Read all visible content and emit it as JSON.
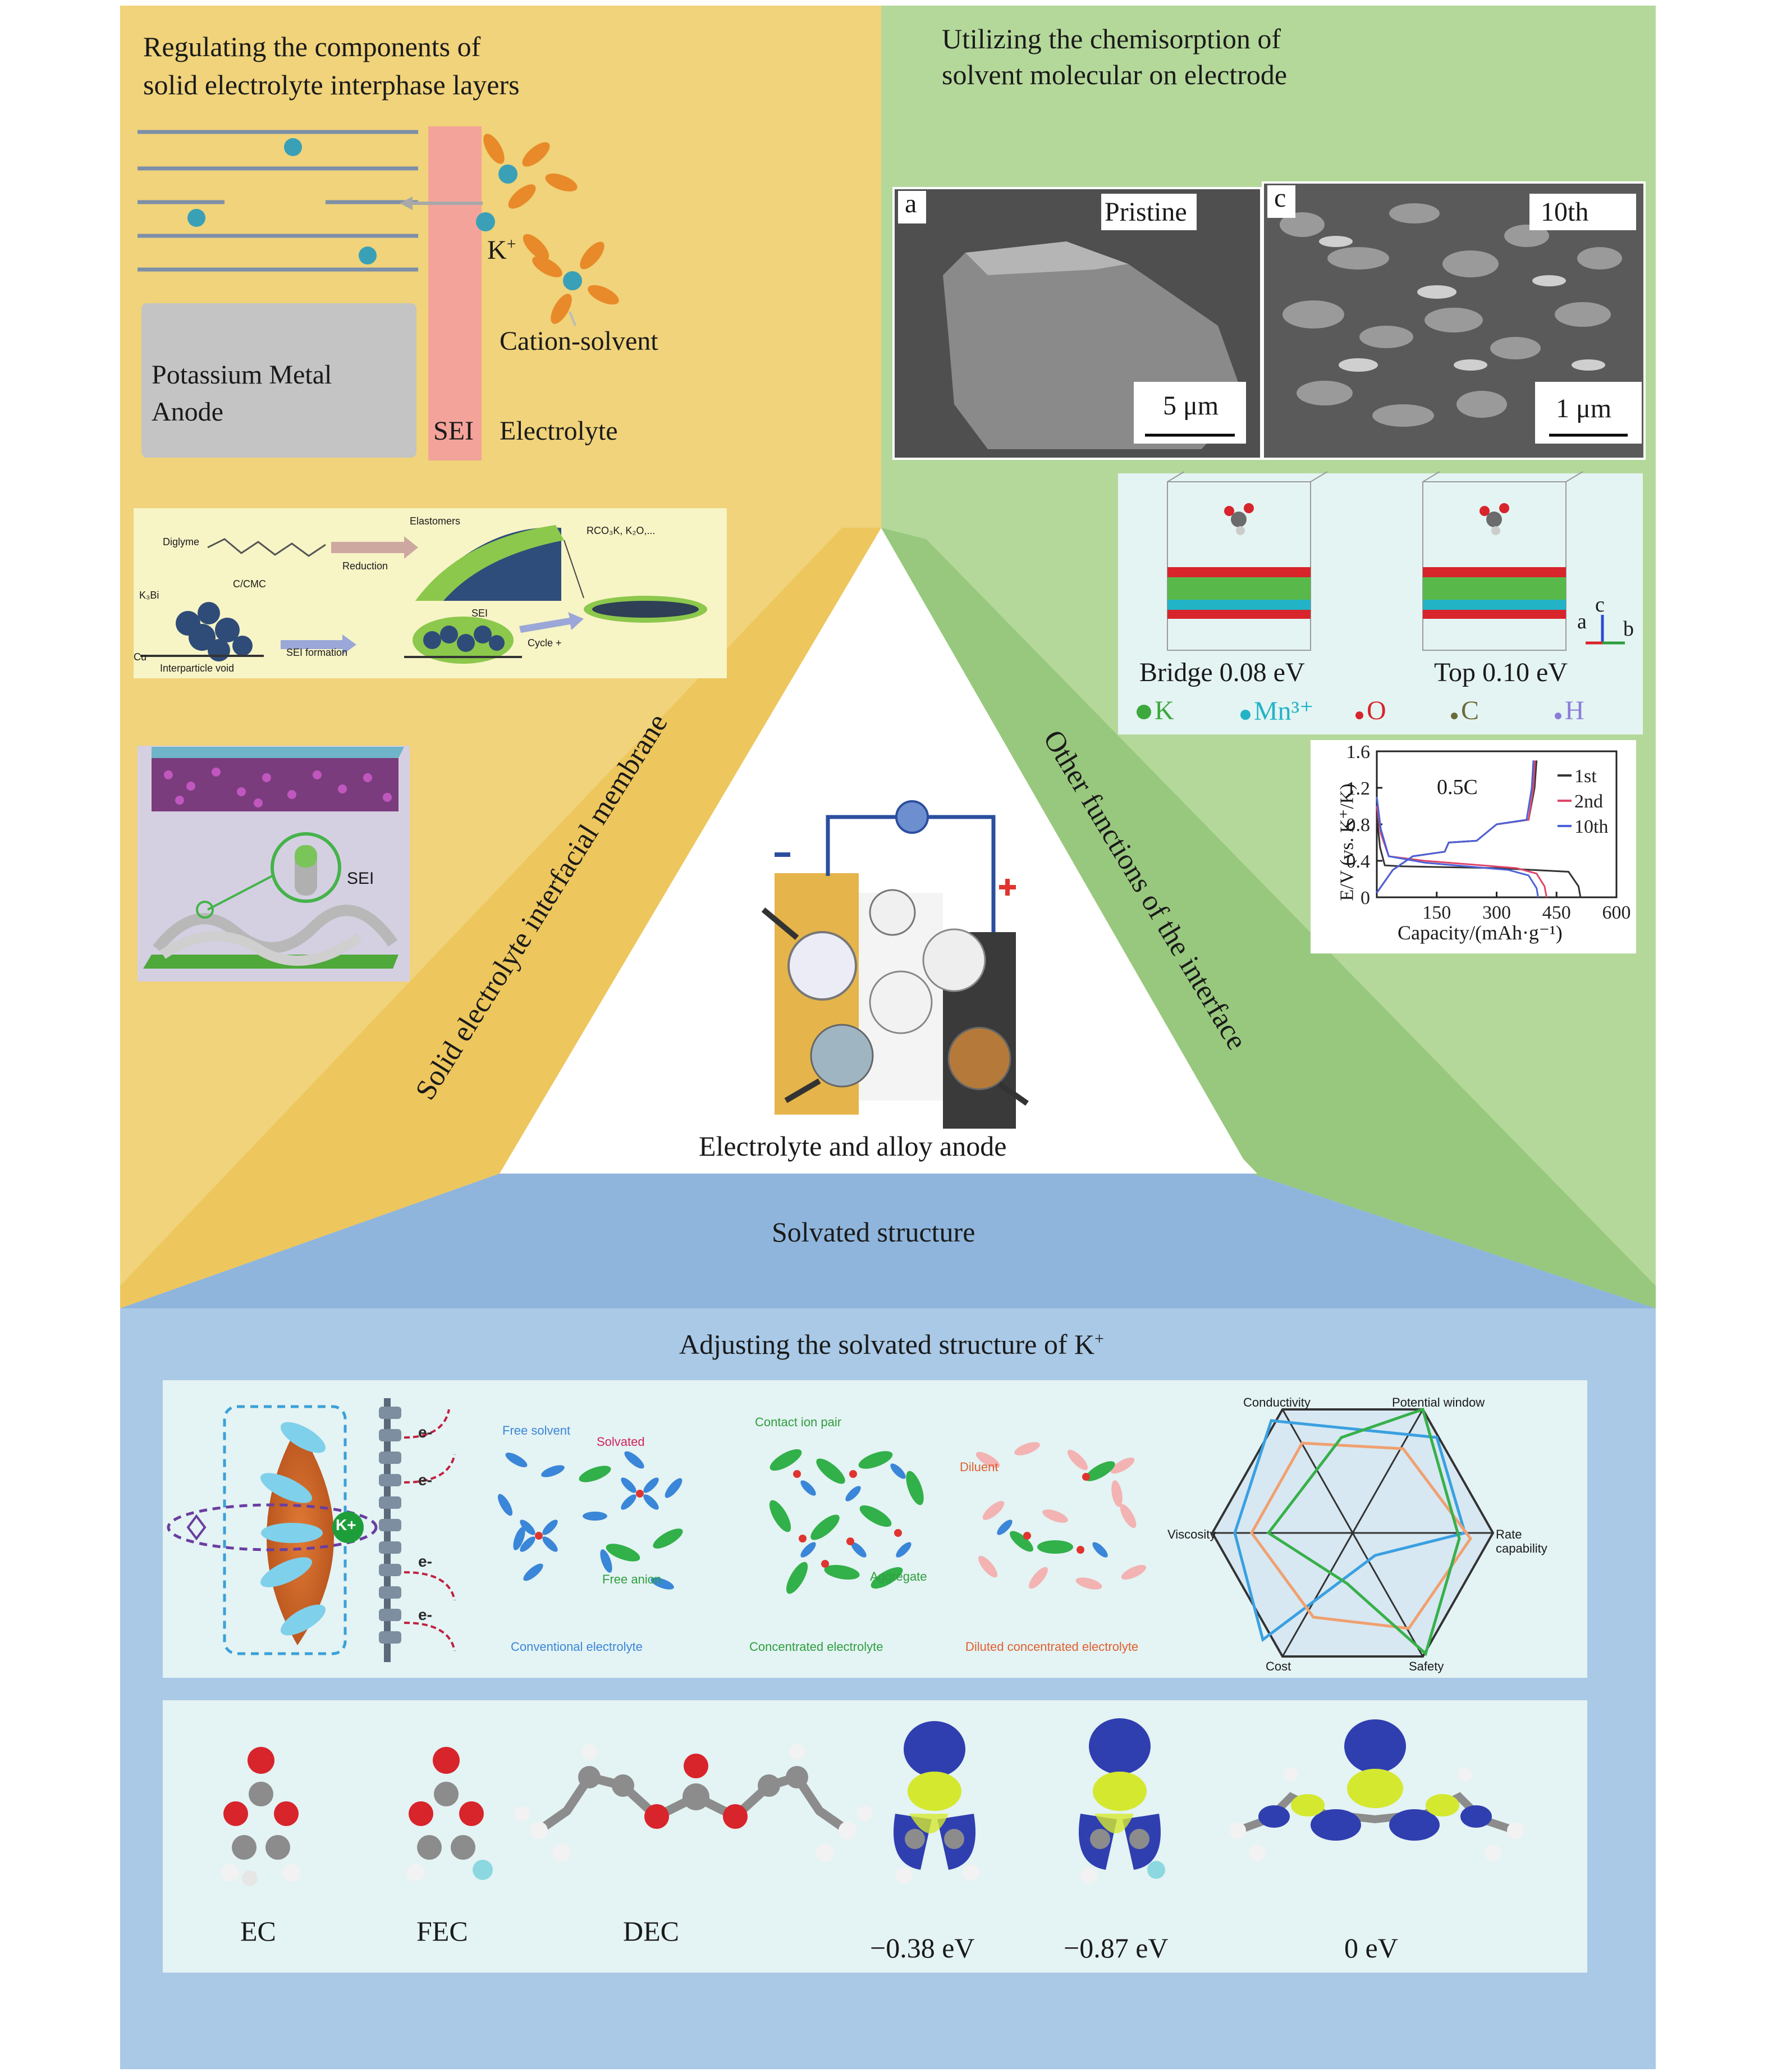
{
  "top_left": {
    "title": [
      "Regulating the components of",
      "solid electrolyte interphase layers"
    ],
    "ion_label": "K",
    "ion_sup": "+",
    "cation_solvent": "Cation-solvent",
    "anode": [
      "Potassium Metal",
      "Anode"
    ],
    "sei": "SEI",
    "electrolyte": "Electrolyte",
    "scheme": {
      "diglyme": "Diglyme",
      "elastomers": "Elastomers",
      "products": "RCO₃K, K₂O,...",
      "reduction": "Reduction",
      "kbi": "K₃Bi",
      "c_cmc": "C/CMC",
      "sei": "SEI",
      "sei_formation": "SEI formation",
      "cycle": "Cycle +",
      "cu": "Cu",
      "void": "Interparticle void"
    },
    "fiber_sei": "SEI"
  },
  "top_right": {
    "title": [
      "Utilizing the chemisorption of",
      "solvent molecular on electrode"
    ],
    "sem_a": {
      "letter": "a",
      "label": "Pristine",
      "scale": "5 μm"
    },
    "sem_c": {
      "letter": "c",
      "label": "10th",
      "scale": "1 μm"
    },
    "bridge": "Bridge 0.08 eV",
    "top": "Top 0.10 eV",
    "axes": {
      "a": "a",
      "b": "b",
      "c": "c"
    },
    "legend": [
      {
        "label": "K",
        "color": "#3da83d"
      },
      {
        "label": "Mn³⁺",
        "color": "#22b3c7"
      },
      {
        "label": "O",
        "color": "#d8242b"
      },
      {
        "label": "C",
        "color": "#6b6b3a"
      },
      {
        "label": "H",
        "color": "#8a7dd8"
      }
    ]
  },
  "chart_data": {
    "type": "line",
    "annotation": "0.5C",
    "xlabel": "Capacity/(mAh·g⁻¹)",
    "ylabel": "E/V (vs. K⁺/K)",
    "xlim": [
      0,
      600
    ],
    "ylim": [
      0,
      1.6
    ],
    "xticks": [
      "150",
      "300",
      "450",
      "600"
    ],
    "yticks": [
      "0",
      "0.4",
      "0.8",
      "1.2",
      "1.6"
    ],
    "series": [
      {
        "name": "1st",
        "color": "#333333",
        "discharge": [
          [
            0,
            0.9
          ],
          [
            8,
            0.55
          ],
          [
            20,
            0.35
          ],
          [
            60,
            0.34
          ],
          [
            300,
            0.32
          ],
          [
            480,
            0.28
          ],
          [
            505,
            0.12
          ],
          [
            510,
            0.0
          ]
        ],
        "charge": [
          [
            0,
            0.05
          ],
          [
            40,
            0.3
          ],
          [
            90,
            0.45
          ],
          [
            170,
            0.5
          ],
          [
            180,
            0.6
          ],
          [
            250,
            0.62
          ],
          [
            300,
            0.8
          ],
          [
            380,
            0.85
          ],
          [
            395,
            1.2
          ],
          [
            400,
            1.5
          ]
        ]
      },
      {
        "name": "2nd",
        "color": "#e0456a",
        "discharge": [
          [
            0,
            1.0
          ],
          [
            10,
            0.7
          ],
          [
            30,
            0.45
          ],
          [
            120,
            0.4
          ],
          [
            350,
            0.32
          ],
          [
            400,
            0.26
          ],
          [
            420,
            0.12
          ],
          [
            425,
            0.0
          ]
        ],
        "charge": [
          [
            0,
            0.05
          ],
          [
            40,
            0.3
          ],
          [
            90,
            0.45
          ],
          [
            170,
            0.5
          ],
          [
            180,
            0.6
          ],
          [
            250,
            0.62
          ],
          [
            300,
            0.8
          ],
          [
            380,
            0.85
          ],
          [
            392,
            1.2
          ],
          [
            396,
            1.5
          ]
        ]
      },
      {
        "name": "10th",
        "color": "#4a62d8",
        "discharge": [
          [
            0,
            1.1
          ],
          [
            10,
            0.75
          ],
          [
            30,
            0.45
          ],
          [
            120,
            0.38
          ],
          [
            330,
            0.3
          ],
          [
            380,
            0.24
          ],
          [
            400,
            0.1
          ],
          [
            404,
            0.0
          ]
        ],
        "charge": [
          [
            0,
            0.05
          ],
          [
            40,
            0.3
          ],
          [
            90,
            0.45
          ],
          [
            170,
            0.5
          ],
          [
            180,
            0.6
          ],
          [
            250,
            0.62
          ],
          [
            300,
            0.8
          ],
          [
            375,
            0.85
          ],
          [
            388,
            1.2
          ],
          [
            392,
            1.5
          ]
        ]
      }
    ]
  },
  "labels": {
    "sei_membrane": "Solid electrolyte interfacial membrane",
    "other_functions": "Other functions of the interface",
    "center": "Electrolyte and alloy anode",
    "solvated": "Solvated structure"
  },
  "bottom": {
    "title": "Adjusting the solvated structure of K",
    "title_sup": "+",
    "cluster": {
      "k": "K+",
      "e": "e-"
    },
    "conv": {
      "free_solvent": "Free solvent",
      "solvated": "Solvated",
      "free_anion": "Free anion",
      "caption": "Conventional electrolyte"
    },
    "conc": {
      "contact_ion_pair": "Contact ion pair",
      "aggregate": "Aggregate",
      "caption": "Concentrated electrolyte"
    },
    "dil": {
      "diluent": "Diluent",
      "caption": "Diluted concentrated electrolyte"
    },
    "radar": {
      "conductivity": "Conductivity",
      "potential_window": "Potential window",
      "rate": [
        "Rate",
        "capability"
      ],
      "safety": "Safety",
      "cost": "Cost",
      "viscosity": "Viscosity"
    },
    "molecules": [
      "EC",
      "FEC",
      "DEC"
    ],
    "energies": [
      "−0.38 eV",
      "−0.87 eV",
      "0 eV"
    ]
  }
}
